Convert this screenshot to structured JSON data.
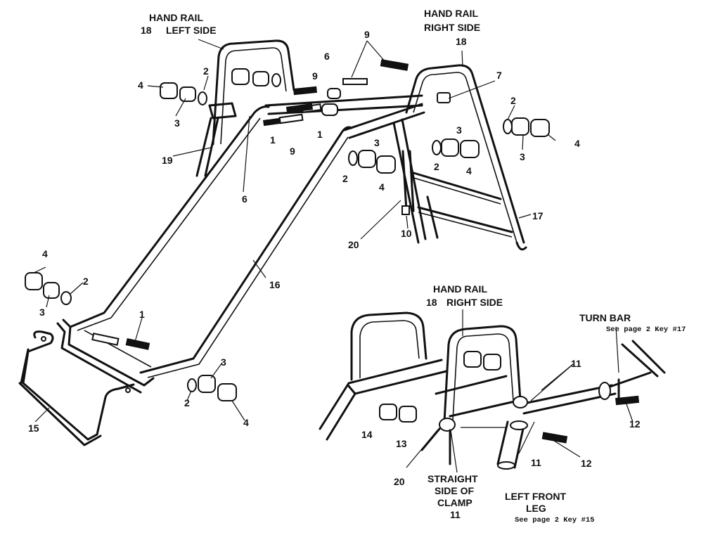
{
  "headings": {
    "handrail_left": "HAND RAIL",
    "handrail_left_sub": "LEFT SIDE",
    "handrail_left_num": "18",
    "handrail_right": "HAND RAIL",
    "handrail_right_sub": "RIGHT SIDE",
    "handrail_right_num": "18",
    "detail_handrail": "HAND RAIL",
    "detail_handrail_sub": "RIGHT SIDE",
    "detail_handrail_num": "18",
    "turn_bar": "TURN BAR",
    "turn_bar_note": "See page 2 Key #17",
    "straight_side_1": "STRAIGHT",
    "straight_side_2": "SIDE OF",
    "straight_side_3": "CLAMP",
    "straight_side_num": "11",
    "left_front_leg_1": "LEFT FRONT",
    "left_front_leg_2": "LEG",
    "left_front_leg_note": "See page 2 Key #15"
  },
  "labels": {
    "k1a": "1",
    "k1b": "1",
    "k1c": "1",
    "k2a": "2",
    "k2b": "2",
    "k2c": "2",
    "k2d": "2",
    "k2e": "2",
    "k2f": "2",
    "k3a": "3",
    "k3b": "3",
    "k3c": "3",
    "k3d": "3",
    "k3e": "3",
    "k3f": "3",
    "k4a": "4",
    "k4b": "4",
    "k4c": "4",
    "k4d": "4",
    "k4e": "4",
    "k4f": "4",
    "k6a": "6",
    "k6b": "6",
    "k7": "7",
    "k9a": "9",
    "k9b": "9",
    "k9c": "9",
    "k10": "10",
    "k11a": "11",
    "k11b": "11",
    "k12a": "12",
    "k12b": "12",
    "k13": "13",
    "k14": "14",
    "k15": "15",
    "k16": "16",
    "k17": "17",
    "k19": "19",
    "k20a": "20",
    "k20b": "20"
  }
}
